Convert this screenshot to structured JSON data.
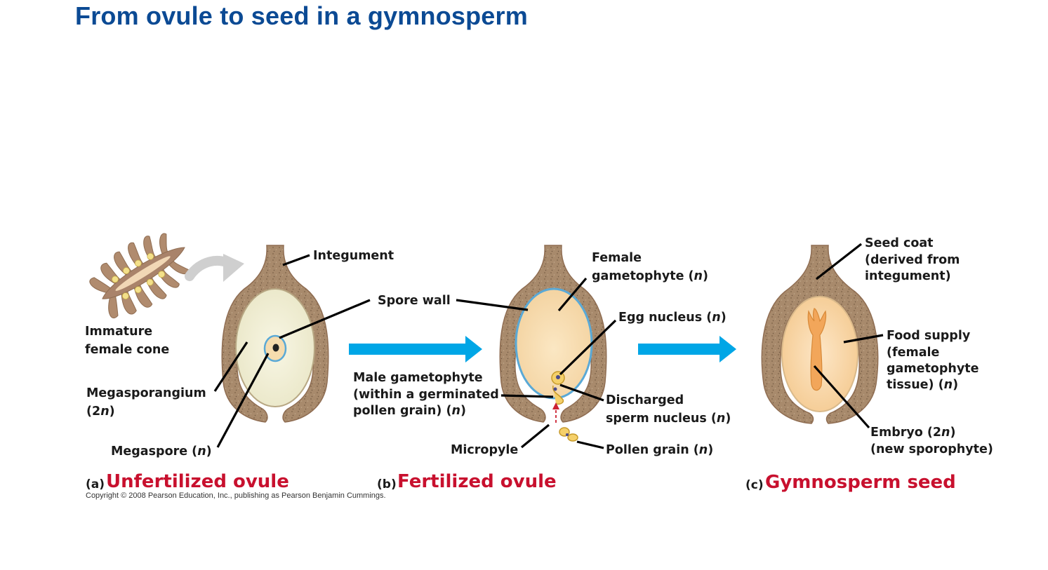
{
  "title": "From ovule to seed in a gymnosperm",
  "colors": {
    "title": "#0b4a94",
    "caption_title": "#c8102e",
    "process_arrow": "#00a6e6",
    "integument": "#a88a6c",
    "megasporangium": "#f2efd6",
    "female_gametophyte": "#f7ddb0",
    "embryo": "#f2a65a"
  },
  "labels": {
    "integument": "Integument",
    "spore_wall": "Spore wall",
    "immature_cone_1": "Immature",
    "immature_cone_2": "female cone",
    "megasporangium_1": "Megasporangium",
    "megasporangium_2_pre": "(2",
    "megasporangium_2_n": "n",
    "megasporangium_2_post": ")",
    "megaspore_pre": "Megaspore (",
    "megaspore_n": "n",
    "megaspore_post": ")",
    "female_gametophyte_1": "Female",
    "female_gametophyte_2_pre": "gametophyte (",
    "female_gametophyte_2_n": "n",
    "female_gametophyte_2_post": ")",
    "egg_nucleus_pre": "Egg nucleus (",
    "egg_nucleus_n": "n",
    "egg_nucleus_post": ")",
    "male_gametophyte_1": "Male gametophyte",
    "male_gametophyte_2": "(within a germinated",
    "male_gametophyte_3_pre": "pollen grain) (",
    "male_gametophyte_3_n": "n",
    "male_gametophyte_3_post": ")",
    "discharged_1": "Discharged",
    "discharged_2_pre": "sperm nucleus (",
    "discharged_2_n": "n",
    "discharged_2_post": ")",
    "micropyle": "Micropyle",
    "pollen_grain_pre": "Pollen grain (",
    "pollen_grain_n": "n",
    "pollen_grain_post": ")",
    "seed_coat_1": "Seed coat",
    "seed_coat_2": "(derived from",
    "seed_coat_3": "integument)",
    "food_supply_1": "Food supply",
    "food_supply_2": "(female",
    "food_supply_3": "gametophyte",
    "food_supply_4_pre": "tissue) (",
    "food_supply_4_n": "n",
    "food_supply_4_post": ")",
    "embryo_1_pre": "Embryo (2",
    "embryo_1_n": "n",
    "embryo_1_post": ")",
    "embryo_2": "(new sporophyte)"
  },
  "captions": {
    "a_letter": "(a)",
    "a_title": "Unfertilized ovule",
    "b_letter": "(b)",
    "b_title": "Fertilized ovule",
    "c_letter": "(c)",
    "c_title": "Gymnosperm seed"
  },
  "copyright": "Copyright © 2008 Pearson Education, Inc., publishing as Pearson Benjamin Cummings."
}
